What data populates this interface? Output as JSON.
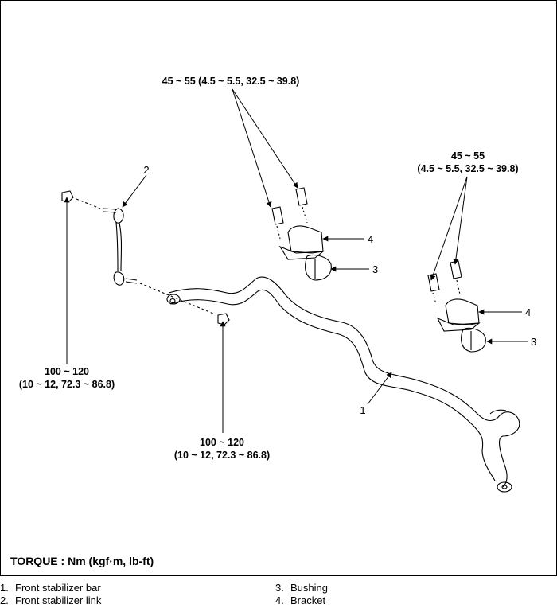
{
  "torque_labels": {
    "bracket_bolts_left": "45 ~ 55 (4.5 ~ 5.5, 32.5 ~ 39.8)",
    "bracket_bolts_right_line1": "45 ~ 55",
    "bracket_bolts_right_line2": "(4.5 ~ 5.5, 32.5 ~ 39.8)",
    "link_upper_nut_line1": "100 ~ 120",
    "link_upper_nut_line2": "(10 ~ 12, 72.3 ~ 86.8)",
    "link_lower_nut_line1": "100 ~ 120",
    "link_lower_nut_line2": "(10 ~ 12, 72.3 ~ 86.8)"
  },
  "callouts": {
    "stabilizer_link": "2",
    "bracket_left": "4",
    "bushing_left": "3",
    "bracket_right": "4",
    "bushing_right": "3",
    "stabilizer_bar": "1"
  },
  "torque_unit": "TORQUE : Nm (kgf·m, lb-ft)",
  "legend": [
    {
      "num": "1.",
      "label": "Front stabilizer bar"
    },
    {
      "num": "2.",
      "label": "Front stabilizer link"
    },
    {
      "num": "3.",
      "label": "Bushing"
    },
    {
      "num": "4.",
      "label": "Bracket"
    }
  ]
}
